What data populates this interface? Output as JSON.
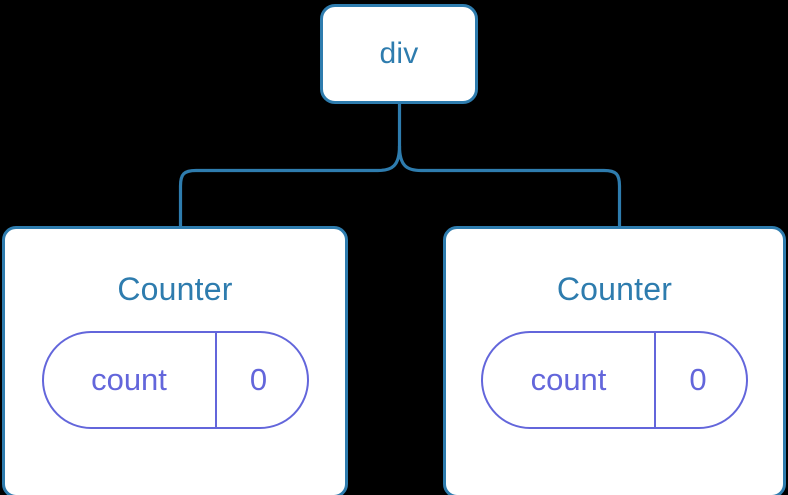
{
  "diagram": {
    "type": "component-tree",
    "background_color": "#000000",
    "node_fill": "#FFFFFF",
    "node_border_color": "#2E7CAE",
    "title_color": "#2E7CAE",
    "pill_color": "#6366DB",
    "connector_color": "#2E7CAE"
  },
  "root": {
    "label": "div"
  },
  "children": [
    {
      "label": "Counter",
      "state": {
        "key": "count",
        "value": "0"
      }
    },
    {
      "label": "Counter",
      "state": {
        "key": "count",
        "value": "0"
      }
    }
  ]
}
